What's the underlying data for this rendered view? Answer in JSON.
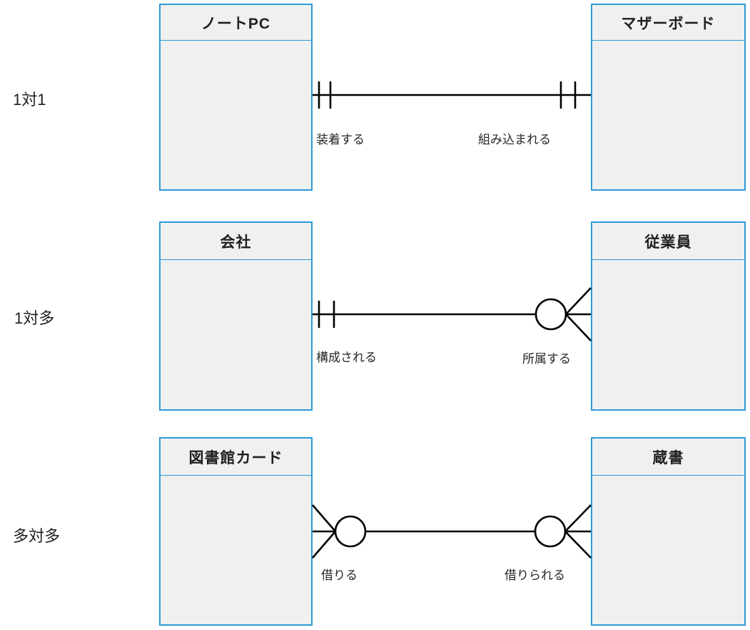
{
  "colors": {
    "entity_border": "#2e9bd5",
    "entity_fill": "#f0f0f0",
    "connector": "#000000"
  },
  "rows": [
    {
      "label": "1対1",
      "left_entity": "ノートPC",
      "right_entity": "マザーボード",
      "left_relationship": "装着する",
      "right_relationship": "組み込まれる",
      "left_cardinality": "one-and-only-one",
      "right_cardinality": "one-and-only-one"
    },
    {
      "label": "1対多",
      "left_entity": "会社",
      "right_entity": "従業員",
      "left_relationship": "構成される",
      "right_relationship": "所属する",
      "left_cardinality": "one-and-only-one",
      "right_cardinality": "zero-or-many"
    },
    {
      "label": "多対多",
      "left_entity": "図書館カード",
      "right_entity": "蔵書",
      "left_relationship": "借りる",
      "right_relationship": "借りられる",
      "left_cardinality": "zero-or-many",
      "right_cardinality": "zero-or-many"
    }
  ]
}
